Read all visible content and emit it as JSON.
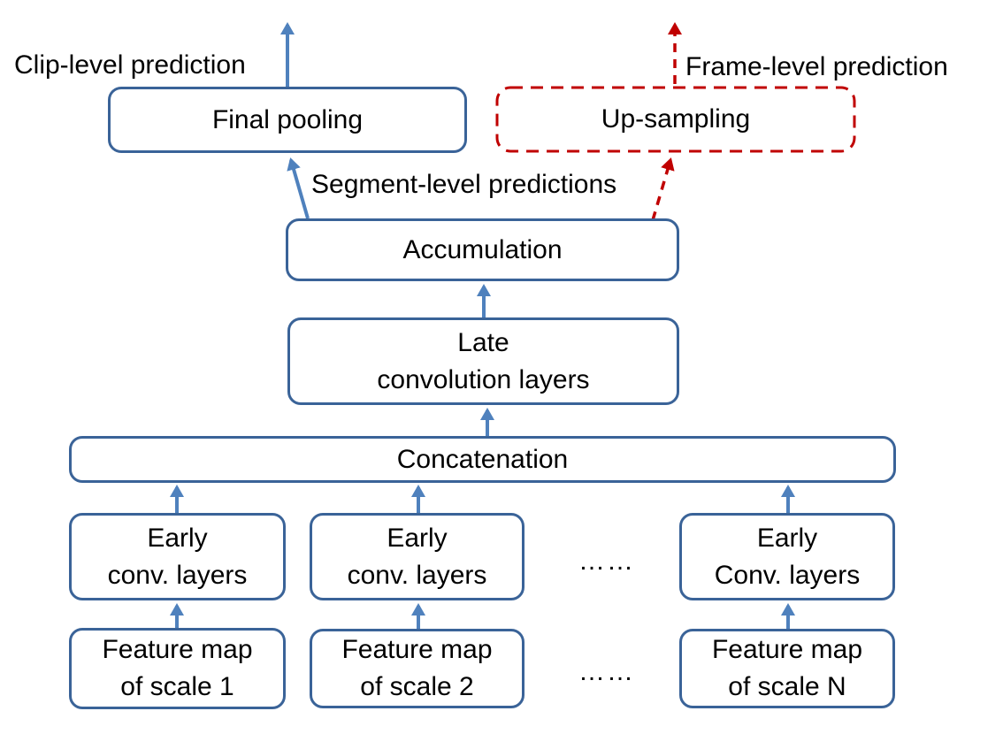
{
  "diagram": {
    "annotations": {
      "clip_level": "Clip-level prediction",
      "frame_level": "Frame-level prediction",
      "segment_level": "Segment-level predictions",
      "ellipsis_early": "……",
      "ellipsis_feature": "……"
    },
    "nodes": {
      "final_pooling": "Final pooling",
      "up_sampling": "Up-sampling",
      "accumulation": "Accumulation",
      "late_conv_line1": "Late",
      "late_conv_line2": "convolution layers",
      "concatenation": "Concatenation",
      "early_1_line1": "Early",
      "early_1_line2": "conv. layers",
      "early_2_line1": "Early",
      "early_2_line2": "conv. layers",
      "early_3_line1": "Early",
      "early_3_line2": "Conv. layers",
      "feature_1_line1": "Feature map",
      "feature_1_line2": "of scale 1",
      "feature_2_line1": "Feature map",
      "feature_2_line2": "of scale 2",
      "feature_3_line1": "Feature map",
      "feature_3_line2": "of scale N"
    },
    "colors": {
      "node_border_blue": "#3a6398",
      "arrow_blue": "#4f81bd",
      "dashed_red": "#c00000",
      "text": "#000000",
      "background": "#ffffff"
    }
  }
}
